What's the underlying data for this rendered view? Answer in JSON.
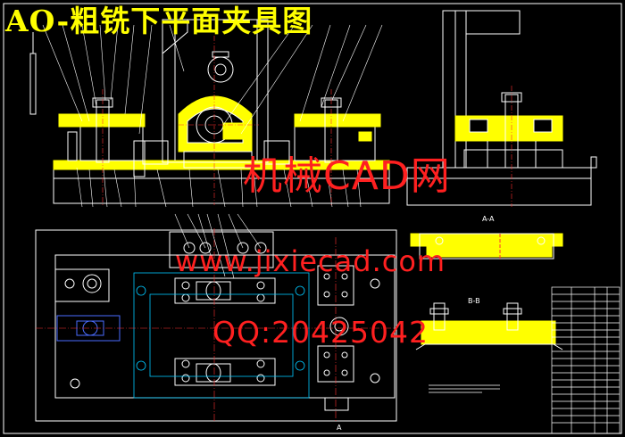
{
  "drawing": {
    "title": "AO-粗铣下平面夹具图",
    "view_labels": {
      "section_a": "A-A",
      "section_b": "B-B",
      "cut_a": "A"
    }
  },
  "watermark": {
    "brand": "机械CAD网",
    "url": "www.jixiecad.com",
    "qq": "QQ:20425042"
  },
  "colors": {
    "background": "#000000",
    "outline": "#ffffff",
    "title": "#ffff00",
    "part_fill": "#ffff00",
    "centerline": "#ff3030",
    "hidden": "#00c8ff",
    "leader": "#ffffff",
    "highlight": "#4a6cff",
    "watermark": "#ff2020"
  }
}
